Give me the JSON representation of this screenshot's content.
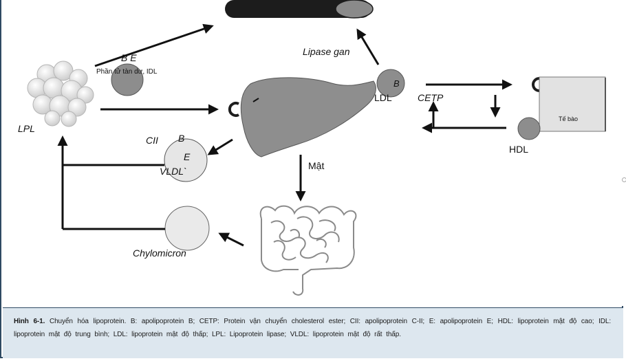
{
  "labels": {
    "b_e": "B E",
    "remnant": "Phần tử tàn dư, IDL",
    "lpl": "LPL",
    "hepatic_lipase": "Lipase gan",
    "ldl_b": "B",
    "ldl": "LDL",
    "cetp": "CETP",
    "cell": "Tế bào",
    "hdl": "HDL",
    "vldl_cii": "CII",
    "vldl_b": "B",
    "vldl_e": "E",
    "vldl": "VLDL`",
    "bile": "Mật",
    "chylomicron": "Chylomicron"
  },
  "caption": {
    "figure_label": "Hình 6-1.",
    "text": "Chuyển hóa lipoprotein. B: apolipoprotein B; CETP: Protein vận chuyển cholesterol ester; CII: apolipoprotein C-II; E: apolipoprotein E; HDL: lipoprotein mật độ cao; IDL: lipoprotein mật độ trung bình; LDL: lipoprotein mật độ thấp; LPL: Lipoprotein lipase; VLDL: lipoprotein mật độ rất thấp."
  },
  "colors": {
    "particle_gray": "#8d8d8d",
    "light_particle": "#e6e6e6",
    "liver": "#8e8e8e",
    "arrow": "#111111",
    "caption_bg": "#dde7ef",
    "frame": "#2f4a63"
  }
}
